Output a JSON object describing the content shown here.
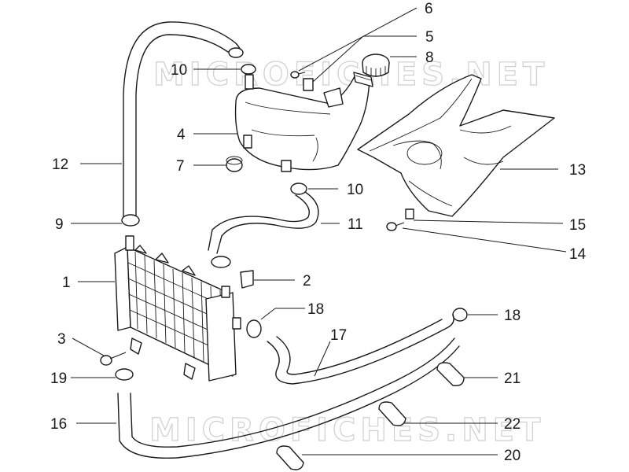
{
  "watermark": {
    "top": "MICROFICHES.NET",
    "bottom": "MICROFICHES.NET"
  },
  "callouts": {
    "c1": "1",
    "c2": "2",
    "c3": "3",
    "c4": "4",
    "c5": "5",
    "c6": "6",
    "c7": "7",
    "c8": "8",
    "c9": "9",
    "c10a": "10",
    "c10b": "10",
    "c11": "11",
    "c12": "12",
    "c13": "13",
    "c14": "14",
    "c15": "15",
    "c16": "16",
    "c17": "17",
    "c18a": "18",
    "c18b": "18",
    "c19": "19",
    "c20": "20",
    "c21": "21",
    "c22": "22"
  }
}
